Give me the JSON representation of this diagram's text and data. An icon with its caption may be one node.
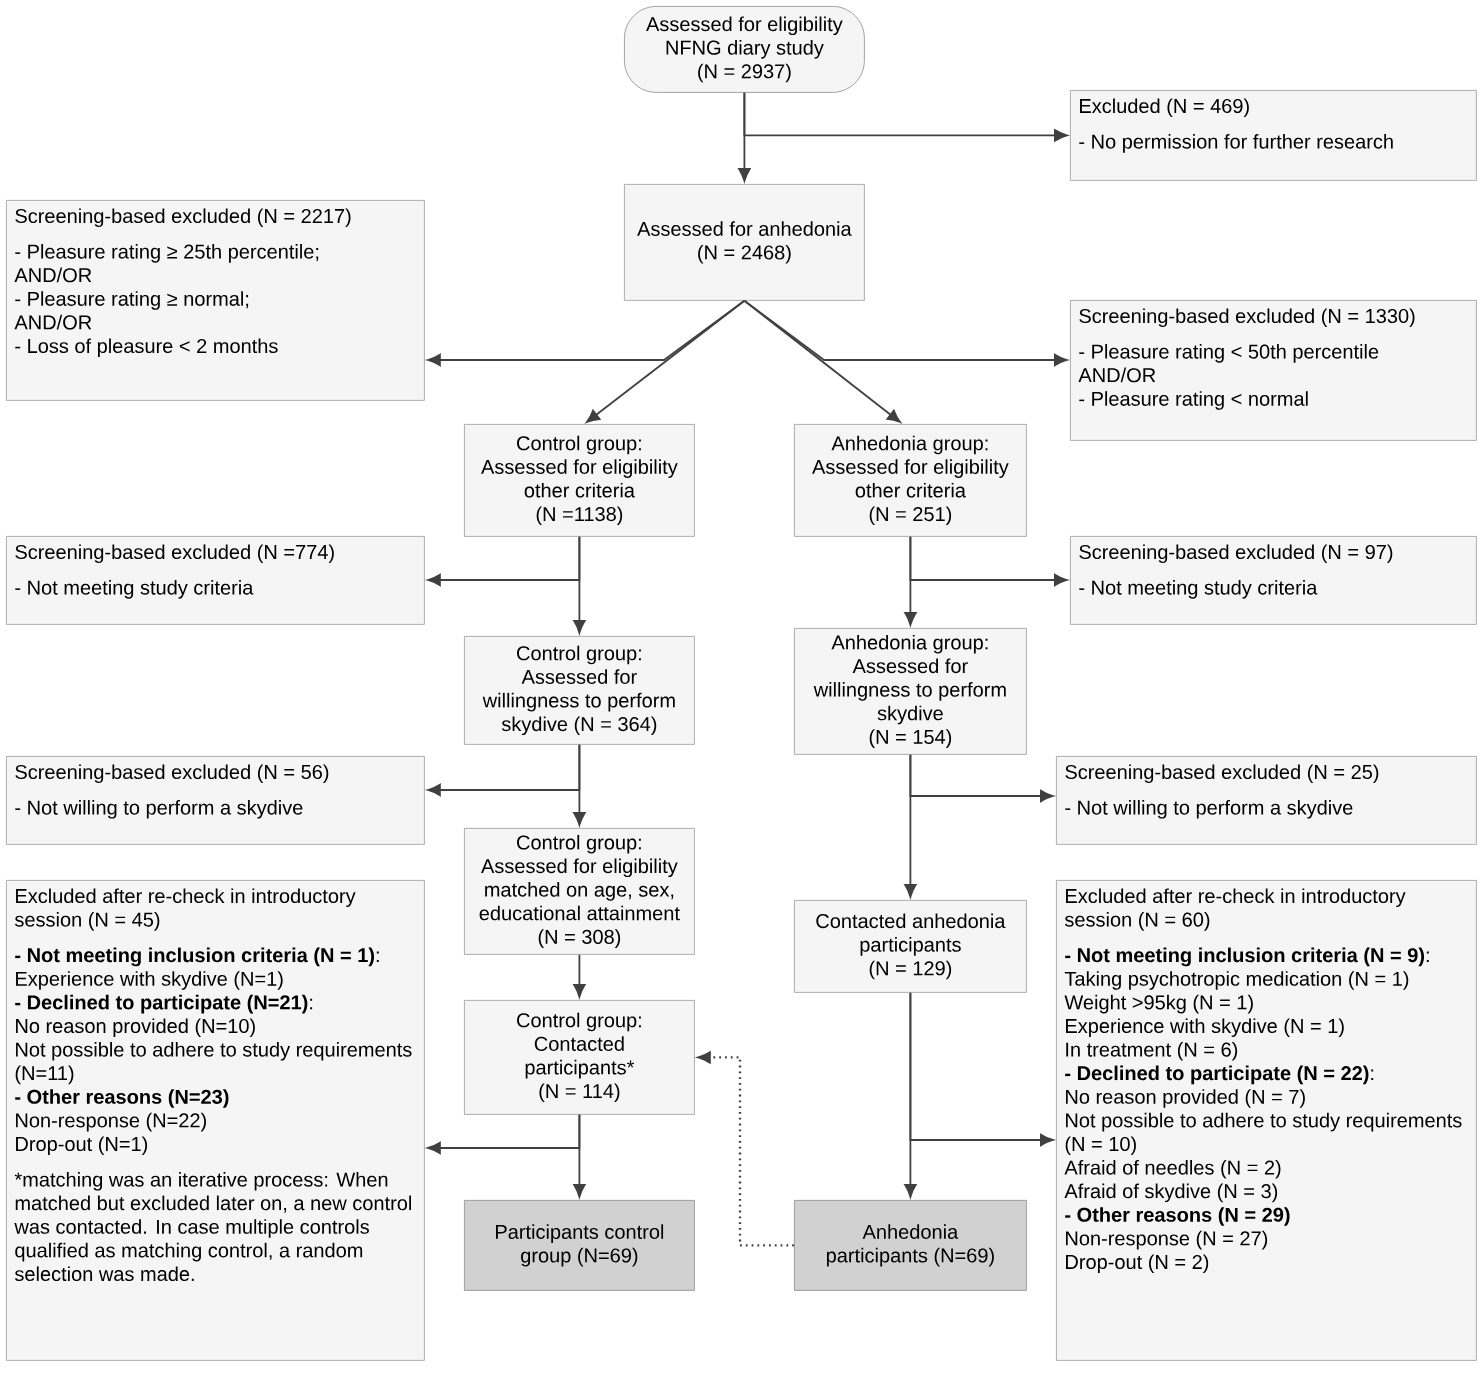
{
  "diagram": {
    "nodes": [
      {
        "text": [
          "Assessed for eligibility NFNG diary study",
          "(N = 2937)"
        ]
      },
      {
        "text": [
          "Excluded (N = 469)",
          "- No permission for further research"
        ]
      },
      {
        "text": [
          "Assessed for anhedonia (N = 2468)"
        ]
      },
      {
        "text": [
          "Screening-based excluded (N = 2217)",
          "- Pleasure rating ≥ 25th percentile;",
          "AND/OR",
          "- Pleasure rating ≥  normal;",
          "AND/OR",
          "- Loss of pleasure < 2 months"
        ]
      },
      {
        "text": [
          "Screening-based excluded (N = 1330)",
          "- Pleasure rating < 50th percentile",
          "AND/OR",
          "- Pleasure rating < normal"
        ]
      },
      {
        "text": [
          "Control group:",
          "Assessed for eligibility other criteria",
          "(N =1138)"
        ]
      },
      {
        "text": [
          "Anhedonia group:",
          "Assessed for eligibility other criteria",
          "(N = 251)"
        ]
      },
      {
        "text": [
          "Screening-based excluded (N =774)",
          "- Not meeting study criteria"
        ]
      },
      {
        "text": [
          "Screening-based excluded  (N = 97)",
          "- Not meeting study criteria"
        ]
      },
      {
        "text": [
          "Control group:",
          "Assessed for willingness to perform skydive (N = 364)"
        ]
      },
      {
        "text": [
          "Anhedonia group:",
          "Assessed for willingness to perform skydive",
          "(N = 154)"
        ]
      },
      {
        "text": [
          "Screening-based excluded (N = 56)",
          "- Not willing to perform a skydive"
        ]
      },
      {
        "text": [
          "Screening-based excluded  (N = 25)",
          "- Not willing to perform a skydive"
        ]
      },
      {
        "text": [
          "Excluded  after re-check in introductory session (N = 45)",
          "**- Not meeting inclusion criteria (N = 1)**:",
          "Experience with skydive (N=1)",
          "**- Declined to participate (N=21)**:",
          "No reason provided (N=10)",
          "Not possible to adhere to study requirements (N=11)",
          "**- Other reasons (N=23)**",
          "Non-response (N=22)",
          "Drop-out (N=1)",
          "*matching was an iterative process: When matched but excluded later on, a new control was contacted. In case multiple controls qualified as matching control, a random selection was made."
        ]
      },
      {
        "text": [
          "Control group:",
          "Assessed for eligibility matched on age, sex, educational attainment",
          "(N = 308)"
        ]
      },
      {
        "text": [
          "Control group:",
          "Contacted participants*",
          "(N = 114)"
        ]
      },
      {
        "text": [
          "Contacted anhedonia participants",
          "(N = 129)"
        ]
      },
      {
        "text": [
          "Excluded  after re-check in introductory session (N = 60)",
          "**- Not meeting inclusion criteria (N = 9)**:",
          "Taking psychotropic medication (N = 1)",
          "Weight >95kg (N = 1)",
          "Experience with skydive (N = 1)",
          "In treatment (N = 6)",
          "**- Declined to participate (N = 22)**:",
          "No reason provided (N = 7)",
          "Not possible to adhere to study requirements (N = 10)",
          "Afraid of needles (N = 2)",
          "Afraid of skydive (N = 3)",
          "**- Other reasons (N = 29)**",
          "Non-response (N = 27)",
          "Drop-out (N = 2)"
        ]
      },
      {
        "text": [
          "Participants control group (N=69)"
        ]
      },
      {
        "text": [
          "Anhedonia participants (N=69)"
        ]
      }
    ],
    "edges": [
      {
        "from": 0,
        "to": 2,
        "arrow": "to"
      },
      {
        "from": 0,
        "to": 1,
        "arrow": "to"
      },
      {
        "from": 2,
        "to": 3,
        "arrow": "to"
      },
      {
        "from": 2,
        "to": 4,
        "arrow": "to"
      },
      {
        "from": 2,
        "to": 5,
        "arrow": "to"
      },
      {
        "from": 2,
        "to": 6,
        "arrow": "to"
      },
      {
        "from": 5,
        "to": 7,
        "arrow": "to"
      },
      {
        "from": 5,
        "to": 9,
        "arrow": "to"
      },
      {
        "from": 6,
        "to": 8,
        "arrow": "to"
      },
      {
        "from": 6,
        "to": 10,
        "arrow": "to"
      },
      {
        "from": 9,
        "to": 11,
        "arrow": "to"
      },
      {
        "from": 9,
        "to": 14,
        "arrow": "to"
      },
      {
        "from": 10,
        "to": 12,
        "arrow": "to"
      },
      {
        "from": 10,
        "to": 16,
        "arrow": "to"
      },
      {
        "from": 14,
        "to": 15,
        "arrow": "to"
      },
      {
        "from": 15,
        "to": 13,
        "arrow": "to"
      },
      {
        "from": 15,
        "to": 18,
        "arrow": "to"
      },
      {
        "from": 16,
        "to": 17,
        "arrow": "to"
      },
      {
        "from": 16,
        "to": 19,
        "arrow": "to"
      },
      {
        "from": 19,
        "to": 15,
        "arrow": "to",
        "style": "dashed"
      }
    ]
  }
}
